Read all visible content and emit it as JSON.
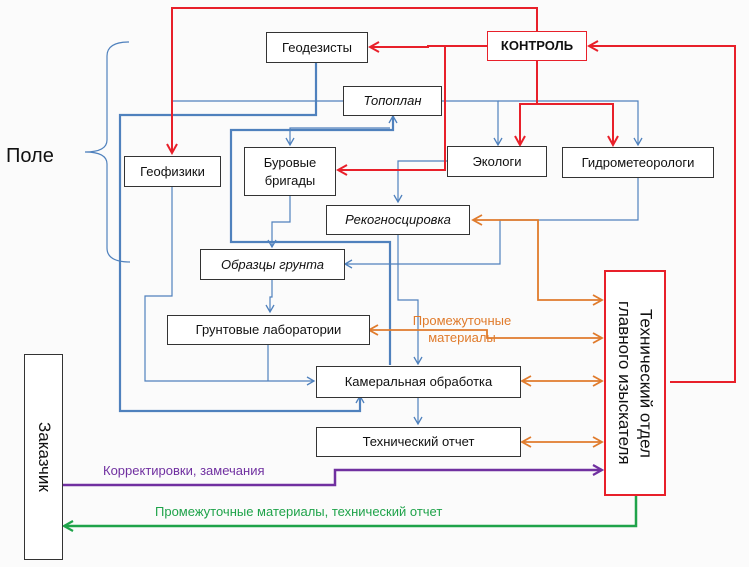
{
  "colors": {
    "control": "#e8202a",
    "flow": "#4f81bd",
    "intermediate": "#e07b2c",
    "corrections": "#7030a0",
    "deliverables": "#1fa34a"
  },
  "group_label": "Поле",
  "nodes": {
    "geodesists": "Геодезисты",
    "control": "КОНТРОЛЬ",
    "topoplan": "Топоплан",
    "geophysicists": "Геофизики",
    "drilling_crews": "Буровые бригады",
    "ecologists": "Экологи",
    "hydrometeorologists": "Гидрометеорологи",
    "reconnaissance": "Рекогносцировка",
    "soil_samples": "Образцы грунта",
    "soil_labs": "Грунтовые лаборатории",
    "office_processing": "Камеральная обработка",
    "technical_report": "Технический отчет",
    "customer": "Заказчик",
    "tech_department": "Технический отдел главного изыскателя"
  },
  "edge_labels": {
    "intermediate_materials": "Промежуточные материалы",
    "corrections": "Корректировки, замечания",
    "deliverables": "Промежуточные материалы, технический отчет"
  }
}
